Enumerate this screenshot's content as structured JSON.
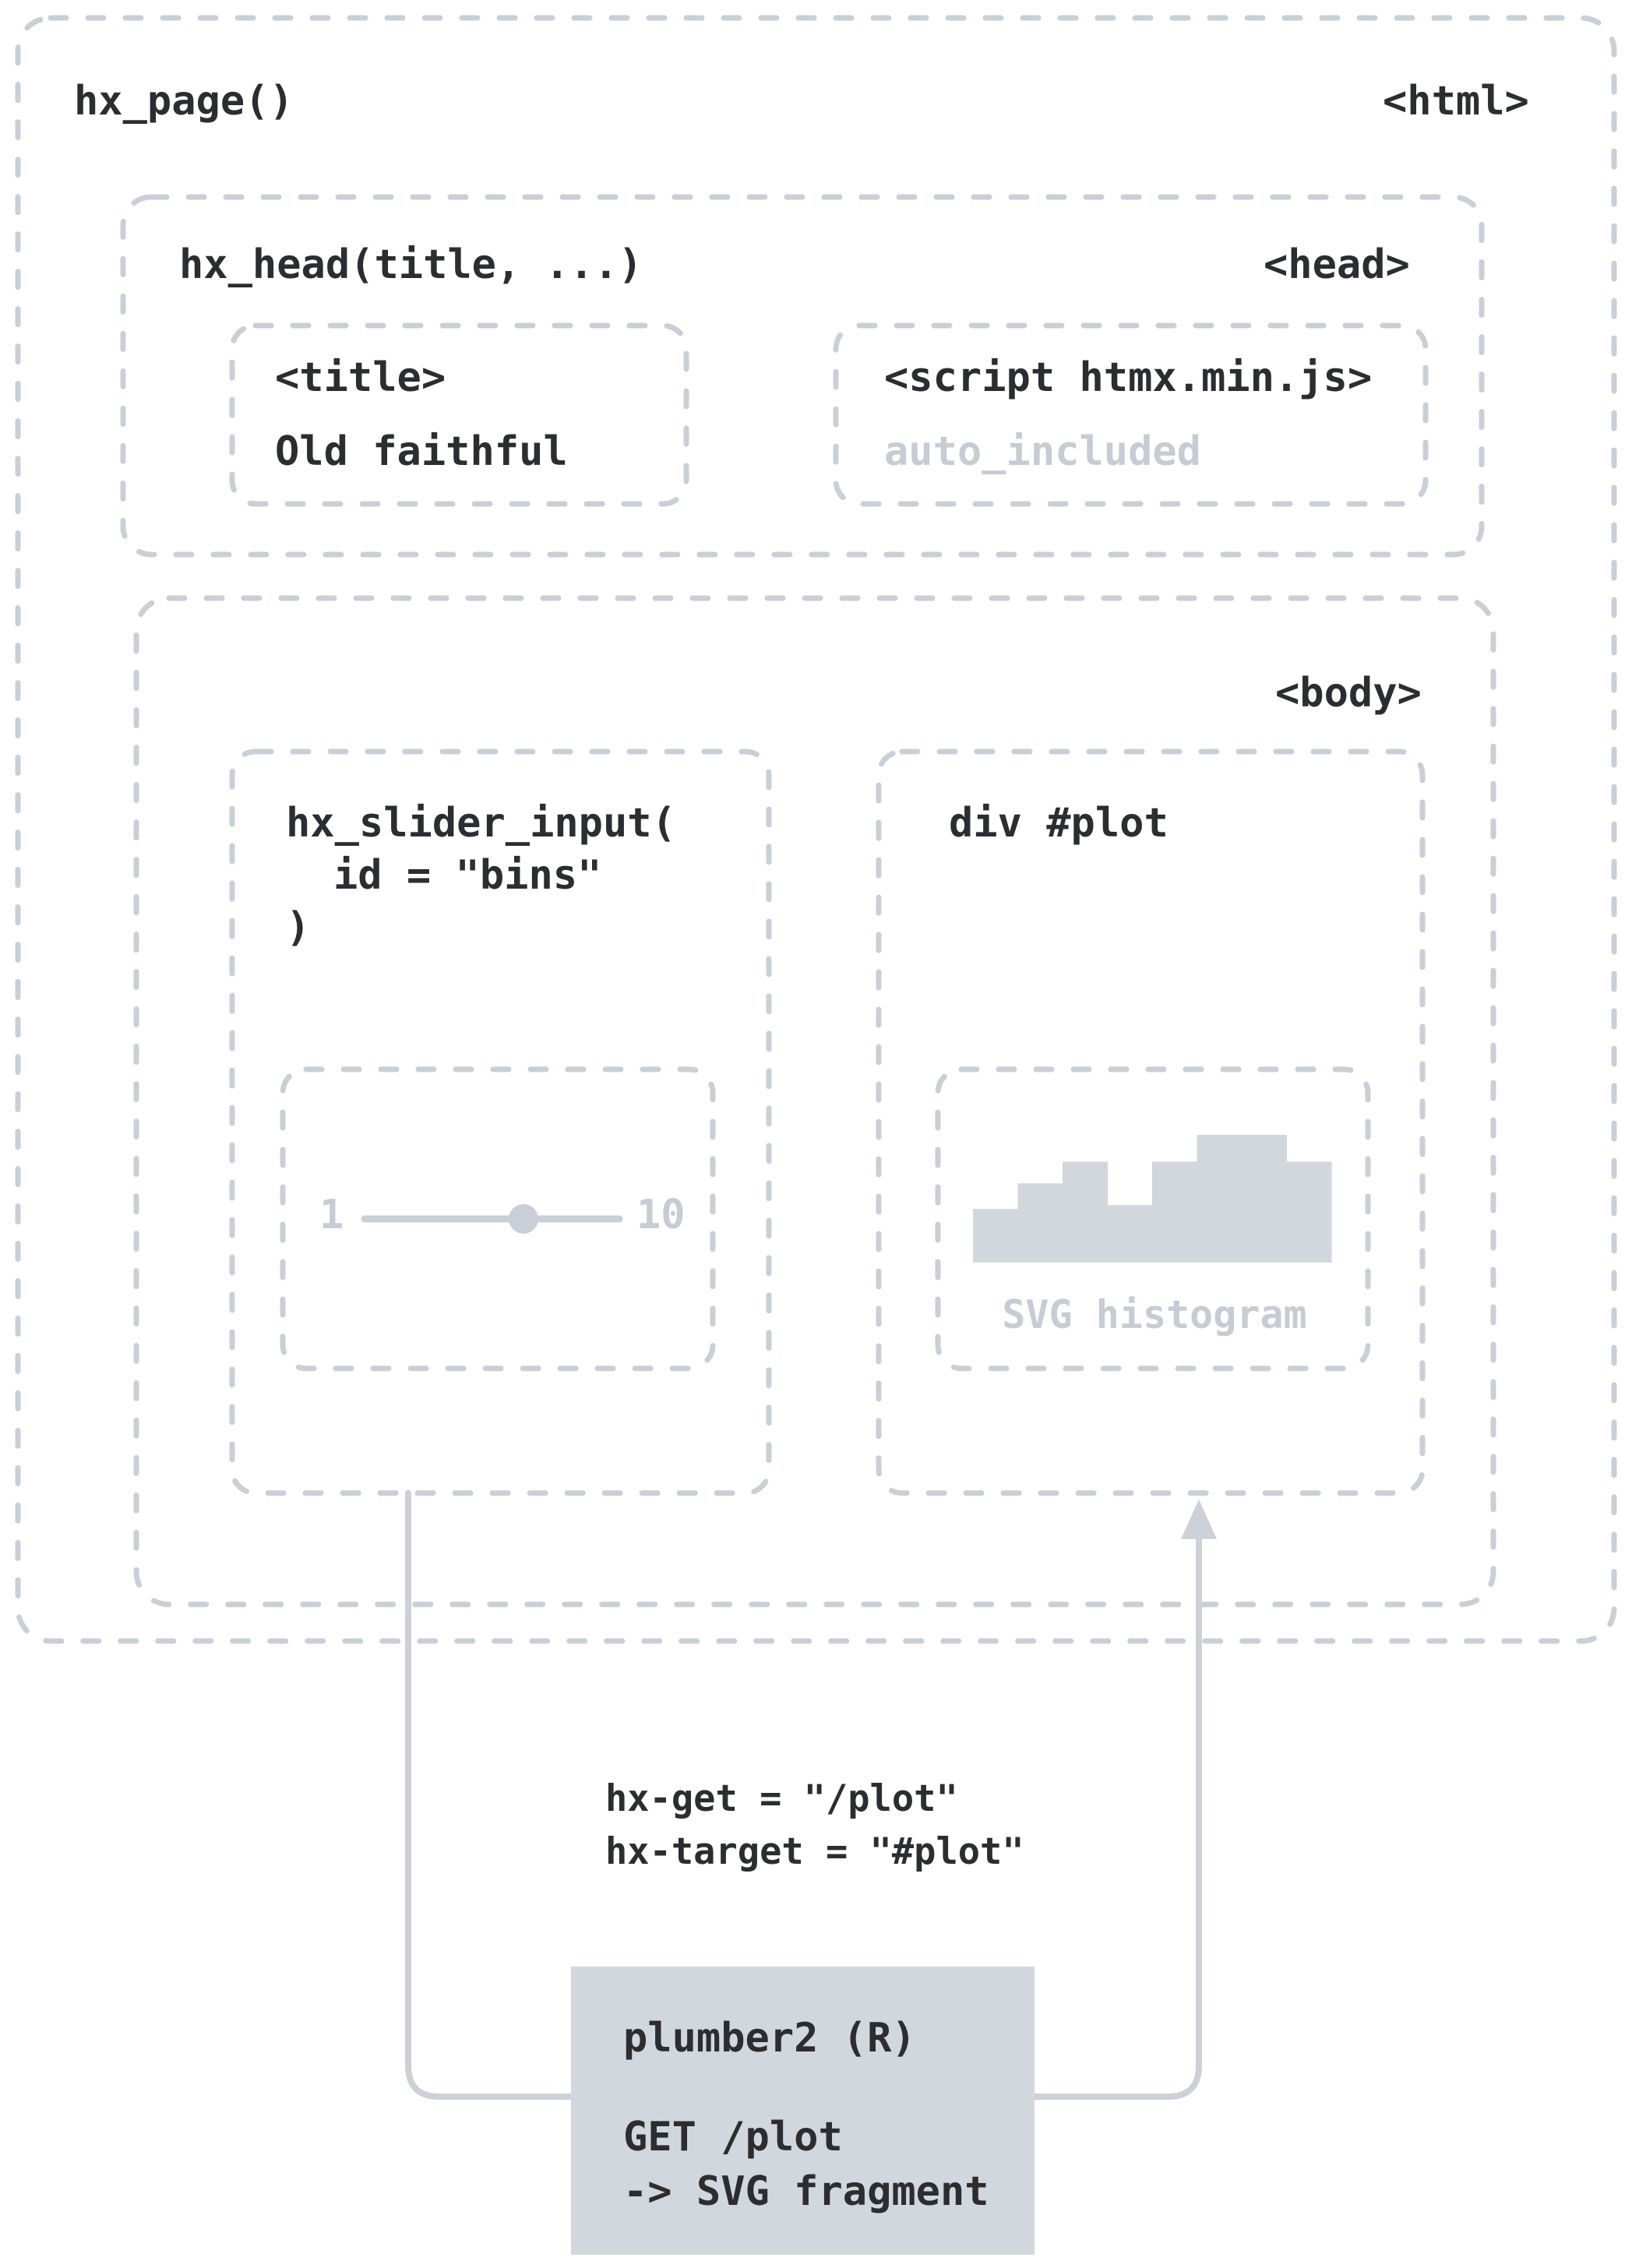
{
  "colors": {
    "dash_gray": "#c9cfd6",
    "connector_gray": "#ccd1d8",
    "fill_gray": "#d2d7de",
    "muted_text": "#c6ccd4",
    "ink": "#2b2d30"
  },
  "page": {
    "function_label": "hx_page()",
    "tag": "<html>"
  },
  "head": {
    "function_label": "hx_head(title, ...)",
    "tag": "<head>",
    "title": {
      "tag": "<title>",
      "value": "Old faithful"
    },
    "script": {
      "tag": "<script htmx.min.js>",
      "note": "auto_included"
    }
  },
  "body_section": {
    "tag": "<body>",
    "slider": {
      "code_line1": "hx_slider_input(",
      "code_line2": "id = \"bins\"",
      "code_line3": ")",
      "min_label": "1",
      "max_label": "10",
      "value_fraction": 0.62
    },
    "plot": {
      "code": "div #plot",
      "caption": "SVG histogram"
    }
  },
  "annotation": {
    "hx_get": "hx-get = \"/plot\"",
    "hx_target": "hx-target = \"#plot\""
  },
  "server": {
    "title": "plumber2 (R)",
    "request": "GET /plot",
    "response": "-> SVG fragment"
  },
  "chart_data": {
    "type": "bar",
    "title": "placeholder histogram glyph inside div #plot",
    "values": [
      0.42,
      0.62,
      0.79,
      0.45,
      0.79,
      1.0,
      1.0,
      0.79
    ],
    "ylim": [
      0,
      1
    ],
    "grid": false,
    "legend": false
  }
}
